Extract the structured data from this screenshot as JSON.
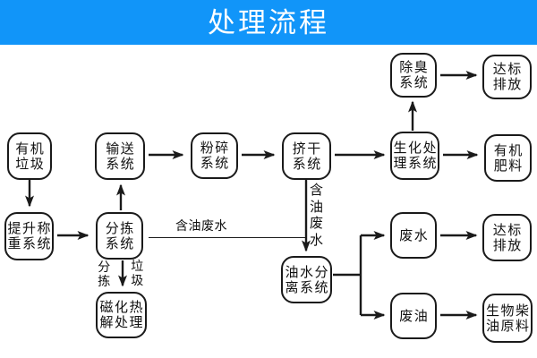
{
  "title": {
    "text": "处理流程"
  },
  "colors": {
    "titlebar_bg": "#1195f9",
    "title_text": "#ffffff",
    "node_border": "#1a1a1a",
    "line": "#1a1a1a"
  },
  "nodes": [
    {
      "id": "organic-waste",
      "label": "有机\n垃圾"
    },
    {
      "id": "lift-weigh-system",
      "label": "提升称\n重系统"
    },
    {
      "id": "conveyor-system",
      "label": "输送\n系统"
    },
    {
      "id": "sorting-system",
      "label": "分拣\n系统"
    },
    {
      "id": "magnetic-pyrolysis",
      "label": "磁化热\n解处理"
    },
    {
      "id": "crushing-system",
      "label": "粉碎\n系统"
    },
    {
      "id": "squeeze-dry-system",
      "label": "挤干\n系统"
    },
    {
      "id": "biochemical-system",
      "label": "生化处\n理系统"
    },
    {
      "id": "deodorizing-system",
      "label": "除臭\n系统"
    },
    {
      "id": "discharge-standard-top",
      "label": "达标\n排放"
    },
    {
      "id": "organic-fertilizer",
      "label": "有机\n肥料"
    },
    {
      "id": "oil-water-separation",
      "label": "油水分\n离系统"
    },
    {
      "id": "waste-water",
      "label": "废水"
    },
    {
      "id": "waste-oil",
      "label": "废油"
    },
    {
      "id": "discharge-standard-bottom",
      "label": "达标\n排放"
    },
    {
      "id": "biodiesel-material",
      "label": "生物柴\n油原料"
    }
  ],
  "edge_labels": {
    "oily_wastewater_line": "含油废水",
    "oily_wastewater_vertical": "含\n油\n废\n水",
    "sorted_garbage_left": "分\n拣",
    "sorted_garbage_right": "垃\n圾"
  }
}
